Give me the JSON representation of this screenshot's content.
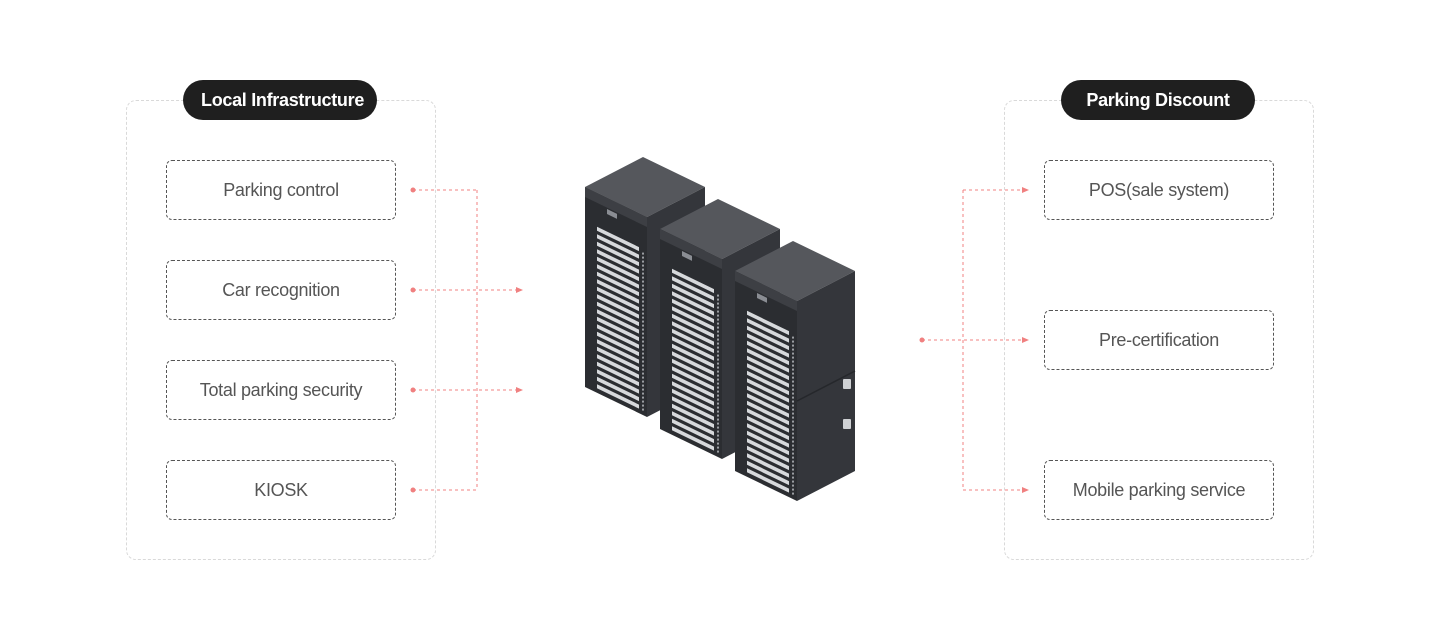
{
  "left_group": {
    "title": "Local Infrastructure",
    "items": [
      "Parking control",
      "Car recognition",
      "Total parking security",
      "KIOSK"
    ]
  },
  "right_group": {
    "title": "Parking Discount",
    "items": [
      "POS(sale system)",
      "Pre-certification",
      "Mobile parking service"
    ]
  },
  "colors": {
    "connector": "#f08080",
    "pill_bg": "#1f1f1f",
    "item_border": "#555555",
    "item_text": "#555555",
    "panel_border": "#d9d9d9",
    "server_dark": "#2b2d31",
    "server_top": "#4a4c51"
  },
  "icons": {
    "center": "server-rack-icon"
  }
}
